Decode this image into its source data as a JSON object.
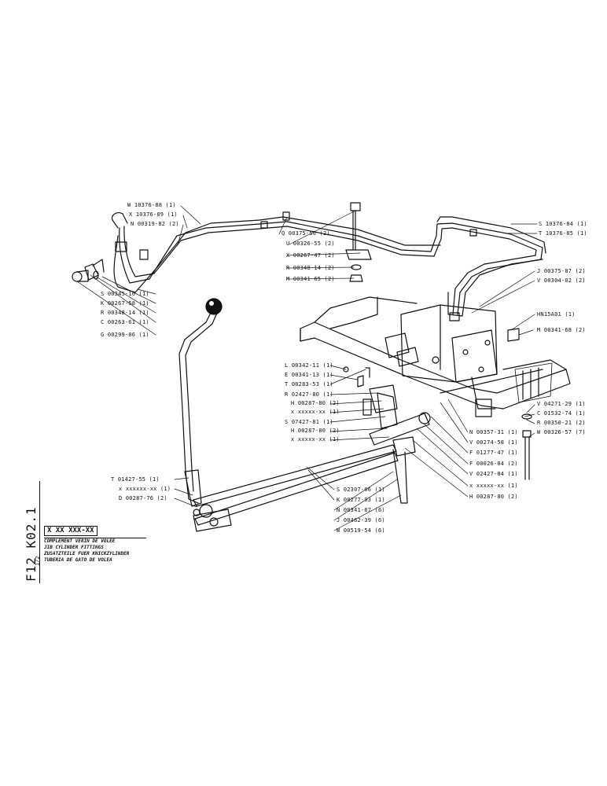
{
  "reference": {
    "code": "F12 K02.1",
    "sheet": "1/2",
    "serial_box": "X XX XXX-XX"
  },
  "title_lines": [
    "COMPLEMENT VERIN DE VOLEE",
    "JIB CYLINDER FITTINGS",
    "ZUSATZTEILE FUER KNICKZYLINDER",
    "TUBERIA DE GATO DE VOLEA"
  ],
  "parts": {
    "w10376_88": "W 10376-88 (1)",
    "x10376_89": "X 10376-89 (1)",
    "n00319_82": "N 00319-82 (2)",
    "q00375_50": "Q 00375-50 (2)",
    "u00326_55": "U 00326-55 (2)",
    "x00267_47": "X 00267-47 (2)",
    "r00348_14_2": "R 00348-14 (2)",
    "m00341_65": "M 00341-65 (2)",
    "s10376_84": "S 10376-84 (1)",
    "t10376_85": "T 10376-85 (1)",
    "j00375_87": "J 00375-87 (2)",
    "v00304_02": "V 00304-02 (2)",
    "hn15a01": "HN15A01 (1)",
    "m00341_68": "M 00341-68 (2)",
    "s00345_16": "S 00345-16 (1)",
    "k00267_58": "K 00267-58 (1)",
    "r00348_14_1": "R 00348-14 (1)",
    "c00263_61": "C 00263-61 (1)",
    "g00299_06": "G 00299-06 (1)",
    "l00342_11": "L 00342-11 (1)",
    "e00341_13": "E 00341-13 (1)",
    "t00283_53": "T 00283-53 (1)",
    "r02427_80": "R 02427-80 (1)",
    "h00287_80_2a": "H 00287-80 (2)",
    "xxxxxx_1a": "x xxxxx-xx (1)",
    "s07427_81": "S 07427-81 (1)",
    "h00287_80_2b": "H 00287-80 (2)",
    "xxxxxx_1b": "x xxxxx-xx (1)",
    "v04271_29": "V 04271-29 (1)",
    "c01532_74": "C 01532-74 (1)",
    "r00350_21": "R 00350-21 (2)",
    "w00326_57": "W 00326-57 (7)",
    "n00357_31": "N 00357-31 (1)",
    "v00274_58": "V 00274-58 (1)",
    "f01277_47": "F 01277-47 (1)",
    "f00026_04": "F 00026-04 (2)",
    "v02427_84": "V 02427-84 (1)",
    "xxxxxx_1c": "x xxxxx-xx (1)",
    "h00287_80_2c": "H 00287-80 (2)",
    "t01427_55": "T 01427-55 (1)",
    "xxxxxx_1d": "x xxxxxx-xx (1)",
    "d00287_76": "D 00287-76 (2)",
    "s02307_06": "S 02307-06 (1)",
    "k00277_93": "K 00277-93 (1)",
    "n00341_67": "N 00341-67 (6)",
    "j00462_39": "J 00462-39 (6)",
    "w00519_54": "W 00519-54 (6)"
  }
}
